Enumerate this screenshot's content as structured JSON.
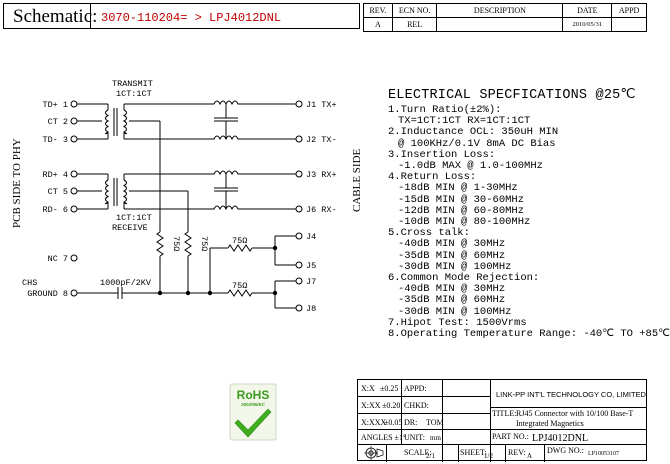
{
  "header": {
    "title": "Schematic:",
    "part_change": "3070-110204= > LPJ4012DNL"
  },
  "revision_table": {
    "headers": [
      "REV.",
      "ECN NO.",
      "DESCRIPTION",
      "DATE",
      "APPD"
    ],
    "rows": [
      [
        "A",
        "REL",
        "",
        "2010/05/31",
        ""
      ]
    ]
  },
  "schematic": {
    "transmit_label": "TRANSMIT",
    "transmit_ratio": "1CT:1CT",
    "receive_ratio": "1CT:1CT",
    "receive_label": "RECEIVE",
    "left_side_label": "PCB SIDE TO PHY",
    "right_side_label": "CABLE SIDE",
    "left_pins": [
      "TD+ 1",
      "CT 2",
      "TD- 3",
      "RD+ 4",
      "CT 5",
      "RD- 6",
      "NC 7"
    ],
    "chs_label": "CHS",
    "ground_label": "GROUND 8",
    "right_pins": [
      "J1 TX+",
      "J2 TX-",
      "J3 RX+",
      "J6 RX-",
      "J4",
      "J5",
      "J7",
      "J8"
    ],
    "resistor_label": "75Ω",
    "capacitor_label": "1000pF/2KV"
  },
  "specs": {
    "title": "ELECTRICAL SPECFICATIONS @25℃",
    "lines": [
      {
        "t": "1.Turn Ratio(±2%):",
        "k": "h"
      },
      {
        "t": "TX=1CT:1CT      RX=1CT:1CT",
        "k": "s"
      },
      {
        "t": "2.Inductance OCL: 350uH MIN",
        "k": "h"
      },
      {
        "t": "@ 100KHz/0.1V 8mA DC Bias",
        "k": "s"
      },
      {
        "t": "3.Insertion Loss:",
        "k": "h"
      },
      {
        "t": "-1.0dB MAX @ 1.0-100MHz",
        "k": "s"
      },
      {
        "t": "4.Return Loss:",
        "k": "h"
      },
      {
        "t": "-18dB MIN @ 1-30MHz",
        "k": "s"
      },
      {
        "t": "-15dB MIN @ 30-60MHz",
        "k": "s"
      },
      {
        "t": "-12dB MIN @ 60-80MHz",
        "k": "s"
      },
      {
        "t": "-10dB MIN @ 80-100MHz",
        "k": "s"
      },
      {
        "t": "5.Cross talk:",
        "k": "h"
      },
      {
        "t": "-40dB MIN @ 30MHz",
        "k": "s"
      },
      {
        "t": "-35dB MIN @ 60MHz",
        "k": "s"
      },
      {
        "t": "-30dB MIN @ 100MHz",
        "k": "s"
      },
      {
        "t": "6.Common Mode Rejection:",
        "k": "h"
      },
      {
        "t": "-40dB MIN @ 30MHz",
        "k": "s"
      },
      {
        "t": "-35dB MIN @ 60MHz",
        "k": "s"
      },
      {
        "t": "-30dB MIN @ 100MHz",
        "k": "s"
      },
      {
        "t": "7.Hipot Test: 1500Vrms",
        "k": "h"
      },
      {
        "t": "8.Operating Temperature Range: -40℃ TO +85℃",
        "k": "h"
      }
    ]
  },
  "rohs": {
    "label": "RoHS",
    "sub": "2002/95/EC"
  },
  "title_block": {
    "tol_x": "X:X",
    "tol_x_val": "±0.25",
    "tol_xx": "X:XX",
    "tol_xx_val": "±0.20",
    "tol_xxx": "X:XXX",
    "tol_xxx_val": "±0.05",
    "angles": "ANGLES ±1°",
    "appd": "APPD:",
    "chkd": "CHKD:",
    "dr": "DR:",
    "dr_val": "TOM",
    "unit": "UNIT:",
    "unit_val": "mm",
    "company": "LINK-PP INT'L TECHNOLOGY CO, LIMITED",
    "title_label": "TITLE:",
    "title_val_1": "RJ45 Connector with 10/100 Base-T",
    "title_val_2": "Integrated Magnetics",
    "part_no_label": "PART NO.:",
    "part_no": "LPJ4012DNL",
    "scale": "SCALE:",
    "scale_val": "2/1",
    "sheet": "SHEET:",
    "sheet_val": "1/2",
    "rev": "REV:",
    "rev_val": "A",
    "dwg": "DWG NO.:",
    "dwg_val": "LP10053107"
  }
}
